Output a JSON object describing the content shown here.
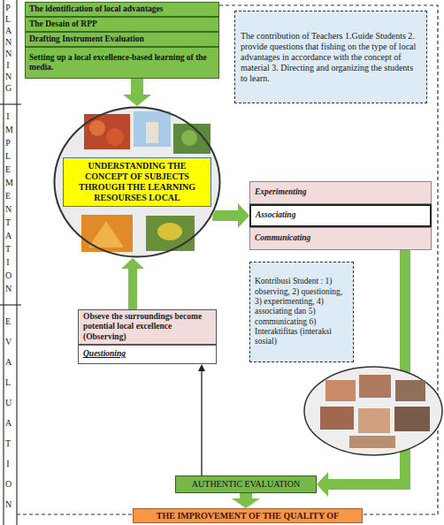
{
  "diagram": {
    "nodes": [
      {
        "text": [
          "The identification of local advantages"
        ]
      },
      {
        "text": [
          "The Desain of RPP"
        ]
      },
      {
        "text": [
          "Drafting Instrument Evaluation"
        ]
      },
      {
        "text": [
          "Setting up a local excellence-based learning of the media."
        ]
      },
      {
        "text": [
          "The contribution of Teachers 1.Guide Students 2. provide questions that fishing on the type of local advantages in accordance with the concept of material 3. Directing and organizing the students to learn."
        ]
      },
      {
        "text": [
          "UNDERSTANDING THE CONCEPT OF SUBJECTS THROUGH THE LEARNING RESOURSES LOCAL"
        ]
      },
      {
        "text": [
          "Experimenting"
        ]
      },
      {
        "text": [
          "Associating"
        ]
      },
      {
        "text": [
          "Communicating"
        ]
      },
      {
        "text": [
          "Kontribusi Student : 1) observing, 2) questioning, 3) experimenting, 4) associating dan 5) communicating 6) Interaktifitas (interaksi sosial)"
        ]
      },
      {
        "text": [
          "Obseve the surroundings become potential local excellence (Observing)"
        ]
      },
      {
        "text": [
          "Questioning"
        ]
      },
      {
        "text": [
          "AUTHENTIC EVALUATION"
        ]
      },
      {
        "text": [
          "THE IMPROVEMENT OF THE QUALITY OF"
        ]
      }
    ],
    "edges": [
      {
        "from": 3,
        "to": 5,
        "arrow": "to"
      },
      {
        "from": 5,
        "to": 7,
        "arrow": "to"
      },
      {
        "from": 8,
        "to": 12,
        "arrow": "to"
      },
      {
        "from": 12,
        "to": 11,
        "arrow": "to"
      },
      {
        "from": 10,
        "to": 5,
        "arrow": "to"
      },
      {
        "from": 12,
        "to": 13,
        "arrow": "to"
      }
    ],
    "labels": [
      "PLANNING",
      "IMPLEMENTATION",
      "EVALUATION"
    ]
  }
}
